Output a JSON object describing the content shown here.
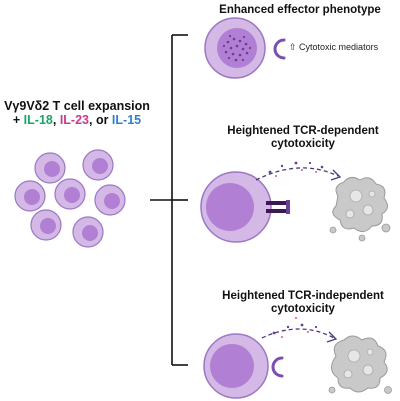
{
  "left_label": {
    "line1": "Vγ9Vδ2 T cell expansion",
    "prefix": "+ ",
    "il18": "IL-18",
    "sep1": ", ",
    "il23": "IL-23",
    "sep2": ", or ",
    "il15": "IL-15"
  },
  "panels": [
    {
      "title": "Enhanced effector phenotype",
      "note": "⇧ Cytotoxic mediators"
    },
    {
      "title": "Heightened TCR-dependent cytotoxicity"
    },
    {
      "title": "Heightened TCR-independent cytotoxicity"
    }
  ],
  "colors": {
    "cell_outer": "#d4b8e6",
    "cell_outline": "#9b77c4",
    "nucleus": "#b17fd3",
    "granule": "#6a3d96",
    "receptor_dark": "#3b1a52",
    "target_cell": "#c9c9c9",
    "il18": "#1aa56b",
    "il23": "#c63b8f",
    "il15": "#2f7fd0"
  }
}
